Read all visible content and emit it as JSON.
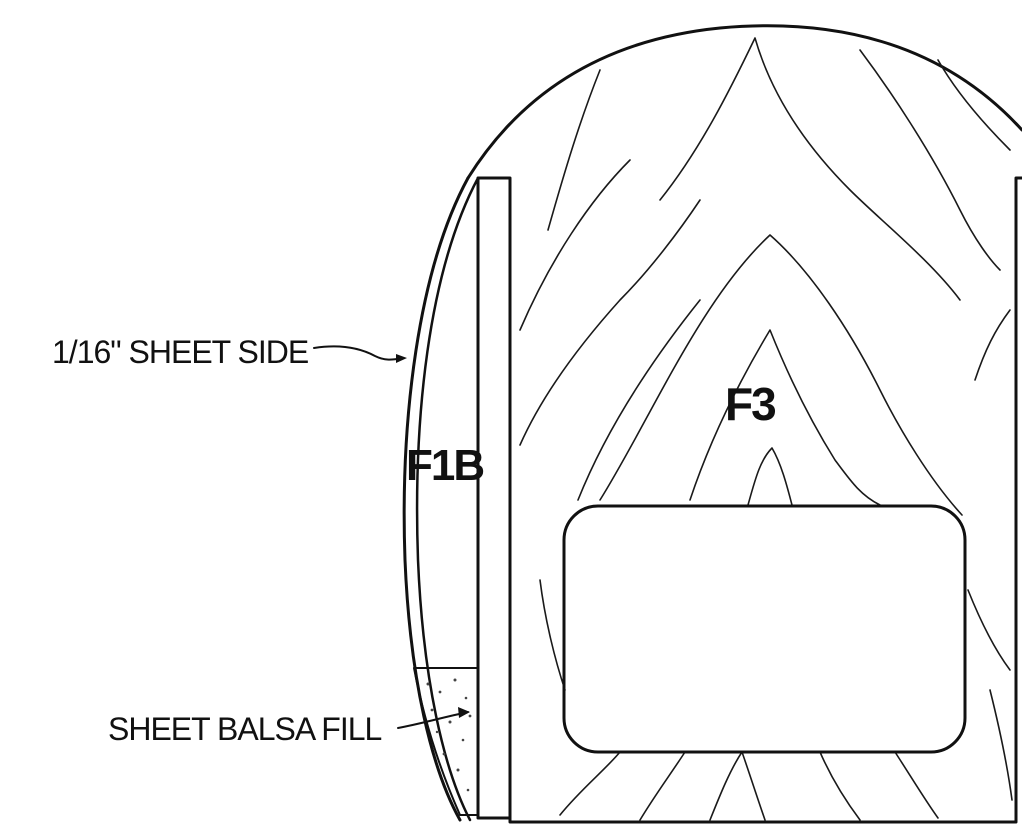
{
  "labels": {
    "sheet_side": "1/16\" SHEET SIDE",
    "sheet_fill": "SHEET BALSA FILL",
    "former_side": "F1B",
    "former_main": "F3"
  }
}
